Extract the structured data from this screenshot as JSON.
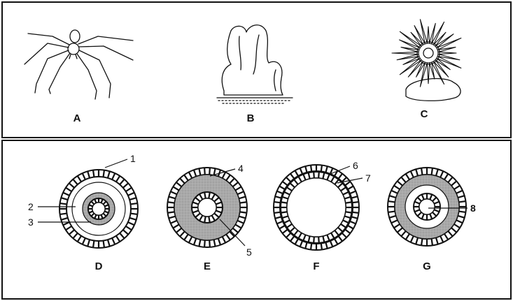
{
  "top": {
    "organisms": [
      {
        "letter": "A",
        "icon": "spider-icon"
      },
      {
        "letter": "B",
        "icon": "sponge-icon"
      },
      {
        "letter": "C",
        "icon": "sea-anemone-icon"
      }
    ]
  },
  "bottom": {
    "sections": [
      {
        "letter": "D"
      },
      {
        "letter": "E"
      },
      {
        "letter": "F"
      },
      {
        "letter": "G"
      }
    ],
    "labels": [
      "1",
      "2",
      "3",
      "4",
      "5",
      "6",
      "7",
      "8"
    ]
  }
}
